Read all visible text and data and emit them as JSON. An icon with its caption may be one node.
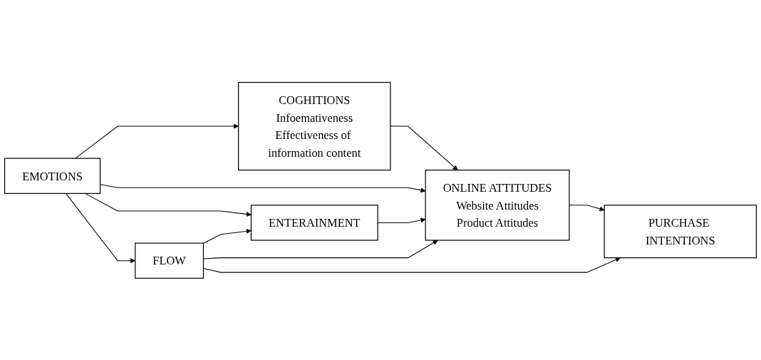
{
  "diagram": {
    "nodes": [
      {
        "text": [
          "COGHITIONS",
          "Infoemativeness",
          "Effectiveness of information content"
        ]
      },
      {
        "text": [
          "EMOTIONS"
        ]
      },
      {
        "text": [
          "ONLINE ATTITUDES",
          "Website Attitudes",
          "Product Attitudes"
        ]
      },
      {
        "text": [
          "PURCHASE INTENTIONS"
        ]
      },
      {
        "text": [
          "ENTERAINMENT"
        ]
      },
      {
        "text": [
          "FLOW"
        ]
      }
    ],
    "edges": [
      {
        "from": 1,
        "to": 0,
        "arrow": "to"
      },
      {
        "from": 0,
        "to": 2,
        "arrow": "to"
      },
      {
        "from": 1,
        "to": 2,
        "arrow": "to"
      },
      {
        "from": 2,
        "to": 3,
        "arrow": "to"
      },
      {
        "from": 1,
        "to": 4,
        "arrow": "to"
      },
      {
        "from": 4,
        "to": 2,
        "arrow": "to"
      },
      {
        "from": 1,
        "to": 5,
        "arrow": "to"
      },
      {
        "from": 5,
        "to": 4,
        "arrow": "to"
      },
      {
        "from": 5,
        "to": 2,
        "arrow": "to"
      },
      {
        "from": 5,
        "to": 3,
        "arrow": "to"
      }
    ]
  }
}
